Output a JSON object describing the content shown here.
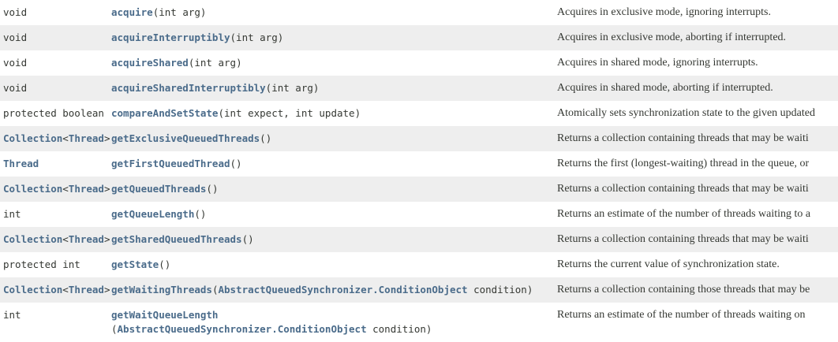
{
  "page": {
    "kind": "javadoc-method-summary-table",
    "class_context": "AbstractQueuedSynchronizer",
    "colors": {
      "link": "#4a6b8a",
      "text": "#353833",
      "row_even_bg": "#ffffff",
      "row_odd_bg": "#eeeeee"
    }
  },
  "table": {
    "rows": [
      {
        "type_plain": "void",
        "type_link": "",
        "type_generic": "",
        "method": "acquire",
        "open": "(",
        "params": "int arg",
        "params_link": "",
        "params_tail": "",
        "close": ")",
        "wrapped": false,
        "description": "Acquires in exclusive mode, ignoring interrupts."
      },
      {
        "type_plain": "void",
        "type_link": "",
        "type_generic": "",
        "method": "acquireInterruptibly",
        "open": "(",
        "params": "int arg",
        "params_link": "",
        "params_tail": "",
        "close": ")",
        "wrapped": false,
        "description": "Acquires in exclusive mode, aborting if interrupted."
      },
      {
        "type_plain": "void",
        "type_link": "",
        "type_generic": "",
        "method": "acquireShared",
        "open": "(",
        "params": "int arg",
        "params_link": "",
        "params_tail": "",
        "close": ")",
        "wrapped": false,
        "description": "Acquires in shared mode, ignoring interrupts."
      },
      {
        "type_plain": "void",
        "type_link": "",
        "type_generic": "",
        "method": "acquireSharedInterruptibly",
        "open": "(",
        "params": "int arg",
        "params_link": "",
        "params_tail": "",
        "close": ")",
        "wrapped": false,
        "description": "Acquires in shared mode, aborting if interrupted."
      },
      {
        "type_plain": "protected boolean",
        "type_link": "",
        "type_generic": "",
        "method": "compareAndSetState",
        "open": "(",
        "params": "int expect, int update",
        "params_link": "",
        "params_tail": "",
        "close": ")",
        "wrapped": false,
        "description": "Atomically sets synchronization state to the given updated"
      },
      {
        "type_plain": "",
        "type_link": "Collection",
        "type_generic": "Thread",
        "method": "getExclusiveQueuedThreads",
        "open": "(",
        "params": "",
        "params_link": "",
        "params_tail": "",
        "close": ")",
        "wrapped": false,
        "description": "Returns a collection containing threads that may be waiti"
      },
      {
        "type_plain": "",
        "type_link": "Thread",
        "type_generic": "",
        "method": "getFirstQueuedThread",
        "open": "(",
        "params": "",
        "params_link": "",
        "params_tail": "",
        "close": ")",
        "wrapped": false,
        "description": "Returns the first (longest-waiting) thread in the queue, or"
      },
      {
        "type_plain": "",
        "type_link": "Collection",
        "type_generic": "Thread",
        "method": "getQueuedThreads",
        "open": "(",
        "params": "",
        "params_link": "",
        "params_tail": "",
        "close": ")",
        "wrapped": false,
        "description": "Returns a collection containing threads that may be waiti"
      },
      {
        "type_plain": "int",
        "type_link": "",
        "type_generic": "",
        "method": "getQueueLength",
        "open": "(",
        "params": "",
        "params_link": "",
        "params_tail": "",
        "close": ")",
        "wrapped": false,
        "description": "Returns an estimate of the number of threads waiting to a"
      },
      {
        "type_plain": "",
        "type_link": "Collection",
        "type_generic": "Thread",
        "method": "getSharedQueuedThreads",
        "open": "(",
        "params": "",
        "params_link": "",
        "params_tail": "",
        "close": ")",
        "wrapped": false,
        "description": "Returns a collection containing threads that may be waiti"
      },
      {
        "type_plain": "protected int",
        "type_link": "",
        "type_generic": "",
        "method": "getState",
        "open": "(",
        "params": "",
        "params_link": "",
        "params_tail": "",
        "close": ")",
        "wrapped": false,
        "description": "Returns the current value of synchronization state."
      },
      {
        "type_plain": "",
        "type_link": "Collection",
        "type_generic": "Thread",
        "method": "getWaitingThreads",
        "open": "(",
        "params": "",
        "params_link": "AbstractQueuedSynchronizer.ConditionObject",
        "params_tail": " condition",
        "close": ")",
        "wrapped": false,
        "description": "Returns a collection containing those threads that may be"
      },
      {
        "type_plain": "int",
        "type_link": "",
        "type_generic": "",
        "method": "getWaitQueueLength",
        "open": "(",
        "params": "",
        "params_link": "AbstractQueuedSynchronizer.ConditionObject",
        "params_tail": " condition",
        "close": ")",
        "wrapped": true,
        "description": "Returns an estimate of the number of threads waiting on"
      }
    ]
  }
}
